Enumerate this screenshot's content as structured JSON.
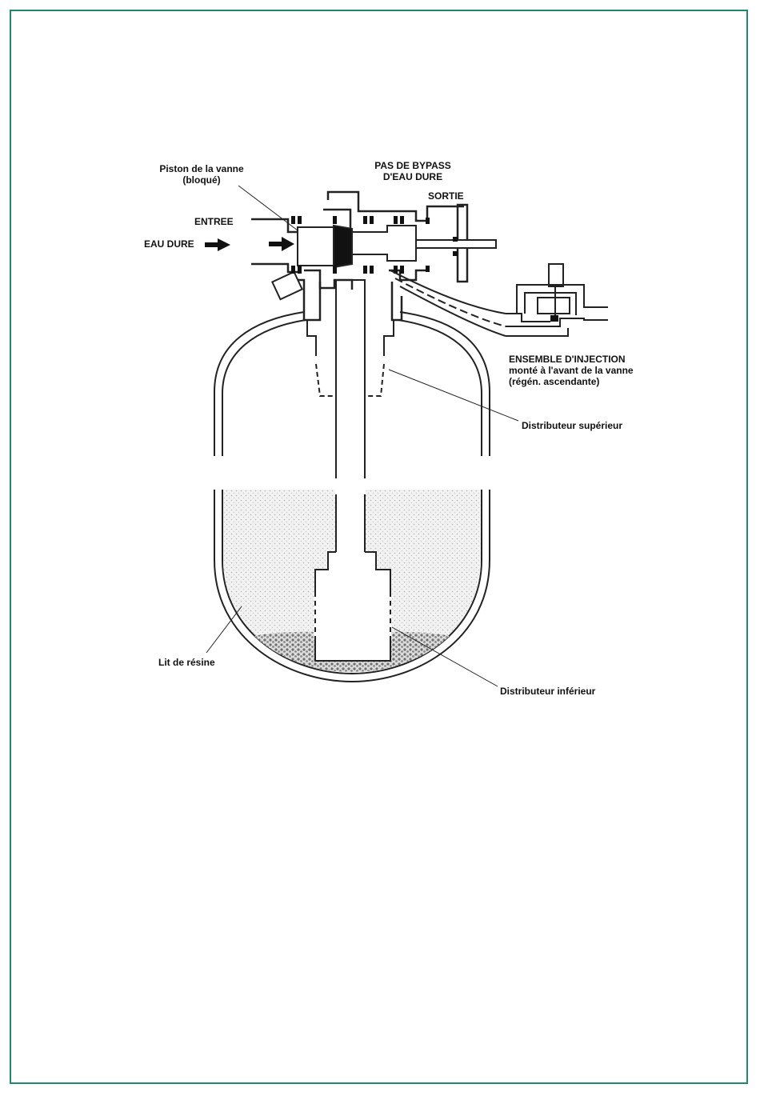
{
  "frame": {
    "border_color": "#1f8a6e"
  },
  "diagram": {
    "labels": {
      "piston_line1": "Piston de la vanne",
      "piston_line2": "(bloqué)",
      "bypass_line1": "PAS DE BYPASS",
      "bypass_line2": "D'EAU DURE",
      "outlet": "SORTIE",
      "inlet": "ENTREE",
      "hard_water": "EAU DURE",
      "injection_line1": "ENSEMBLE D'INJECTION",
      "injection_line2": "monté à l'avant de la vanne",
      "injection_line3": "(régén. ascendante)",
      "upper_distributor": "Distributeur supérieur",
      "resin_bed": "Lit de résine",
      "lower_distributor": "Distributeur inférieur"
    }
  }
}
